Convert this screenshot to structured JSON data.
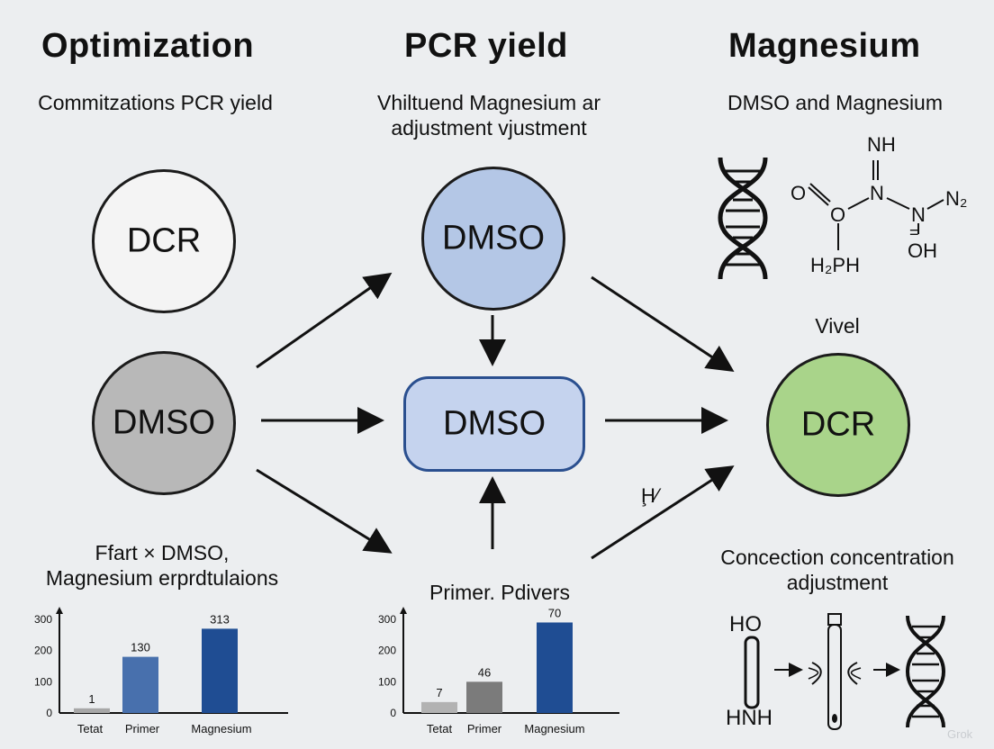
{
  "headers": {
    "left": "Optimization",
    "center": "PCR yield",
    "right": "Magnesium"
  },
  "subtitles": {
    "left": "Commitzations PCR yield",
    "center_line1": "Vhiltuend Magnesium ar",
    "center_line2": "adjustment vjustment",
    "right": "DMSO and Magnesium"
  },
  "nodes": {
    "top_left": {
      "label": "DCR",
      "color": "#f4f4f4"
    },
    "mid_left": {
      "label": "DMSO",
      "color": "#b8b8b8"
    },
    "top_center": {
      "label": "DMSO",
      "color": "#b4c7e6"
    },
    "center": {
      "label": "DMSO",
      "color": "#c5d3ee",
      "border": "#2a4f8f"
    },
    "right": {
      "label": "DCR",
      "color": "#a9d48a"
    }
  },
  "labels": {
    "vivel": "Vivel",
    "arrow_annotation": "Ḩ⁄"
  },
  "molecule": {
    "nh": "NH",
    "eq": "=",
    "o": "O",
    "n1": "N",
    "n2": "N",
    "n2_sub": "N₂",
    "oh": "OH",
    "h2ph": "H₂PH"
  },
  "process": {
    "title_line1": "Concection concentration",
    "title_line2": "adjustment",
    "ho": "HO",
    "hnh": "HNH"
  },
  "watermark": "Grok",
  "chart_data": [
    {
      "type": "bar",
      "title_line1": "Ffart × DMSO,",
      "title_line2": "Magnesium erprdtulaions",
      "categories": [
        "Tetat",
        "Primer",
        "Magnesium"
      ],
      "values": [
        15,
        180,
        270
      ],
      "data_labels": [
        "1",
        "130",
        "313"
      ],
      "colors": [
        "#a7a7a7",
        "#4870ad",
        "#1f4d93"
      ],
      "yticks": [
        "0",
        "100",
        "200",
        "300"
      ],
      "ylim": [
        0,
        300
      ]
    },
    {
      "type": "bar",
      "title": "Primer. Pdivers",
      "categories": [
        "Tetat",
        "Primer",
        "Magnesium"
      ],
      "values": [
        35,
        100,
        290
      ],
      "data_labels": [
        "7",
        "46",
        "70"
      ],
      "colors": [
        "#b2b2b2",
        "#7b7b7b",
        "#1f4d93"
      ],
      "yticks": [
        "0",
        "100",
        "200",
        "300"
      ],
      "ytick_top_label": "300",
      "ylim": [
        0,
        300
      ]
    }
  ]
}
